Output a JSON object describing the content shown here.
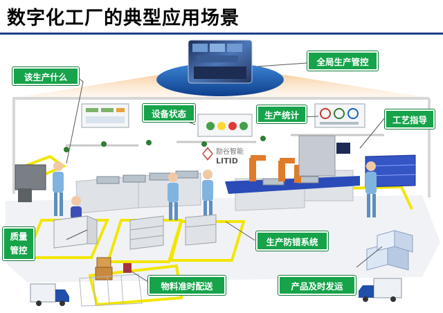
{
  "title": "数字化工厂的典型应用场景",
  "labels": {
    "global_control": "全局生产管控",
    "what_producing": "该生产什么",
    "equipment_status": "设备状态",
    "production_stats": "生产统计",
    "process_guide": "工艺指导",
    "quality_line1": "质量",
    "quality_line2": "管控",
    "error_proof": "生产防错系统",
    "material_delivery": "物料准时配送",
    "product_shipping": "产品及时发运"
  },
  "watermark": {
    "text": "励谷智能",
    "sub": "LITID"
  },
  "colors": {
    "tag_green": "#16a34a",
    "title_line": "#1e3f8a",
    "floor_yellow": "#f2e600",
    "conveyor_blue": "#2a4bb8",
    "dome_blue": "#1f5fb8"
  }
}
